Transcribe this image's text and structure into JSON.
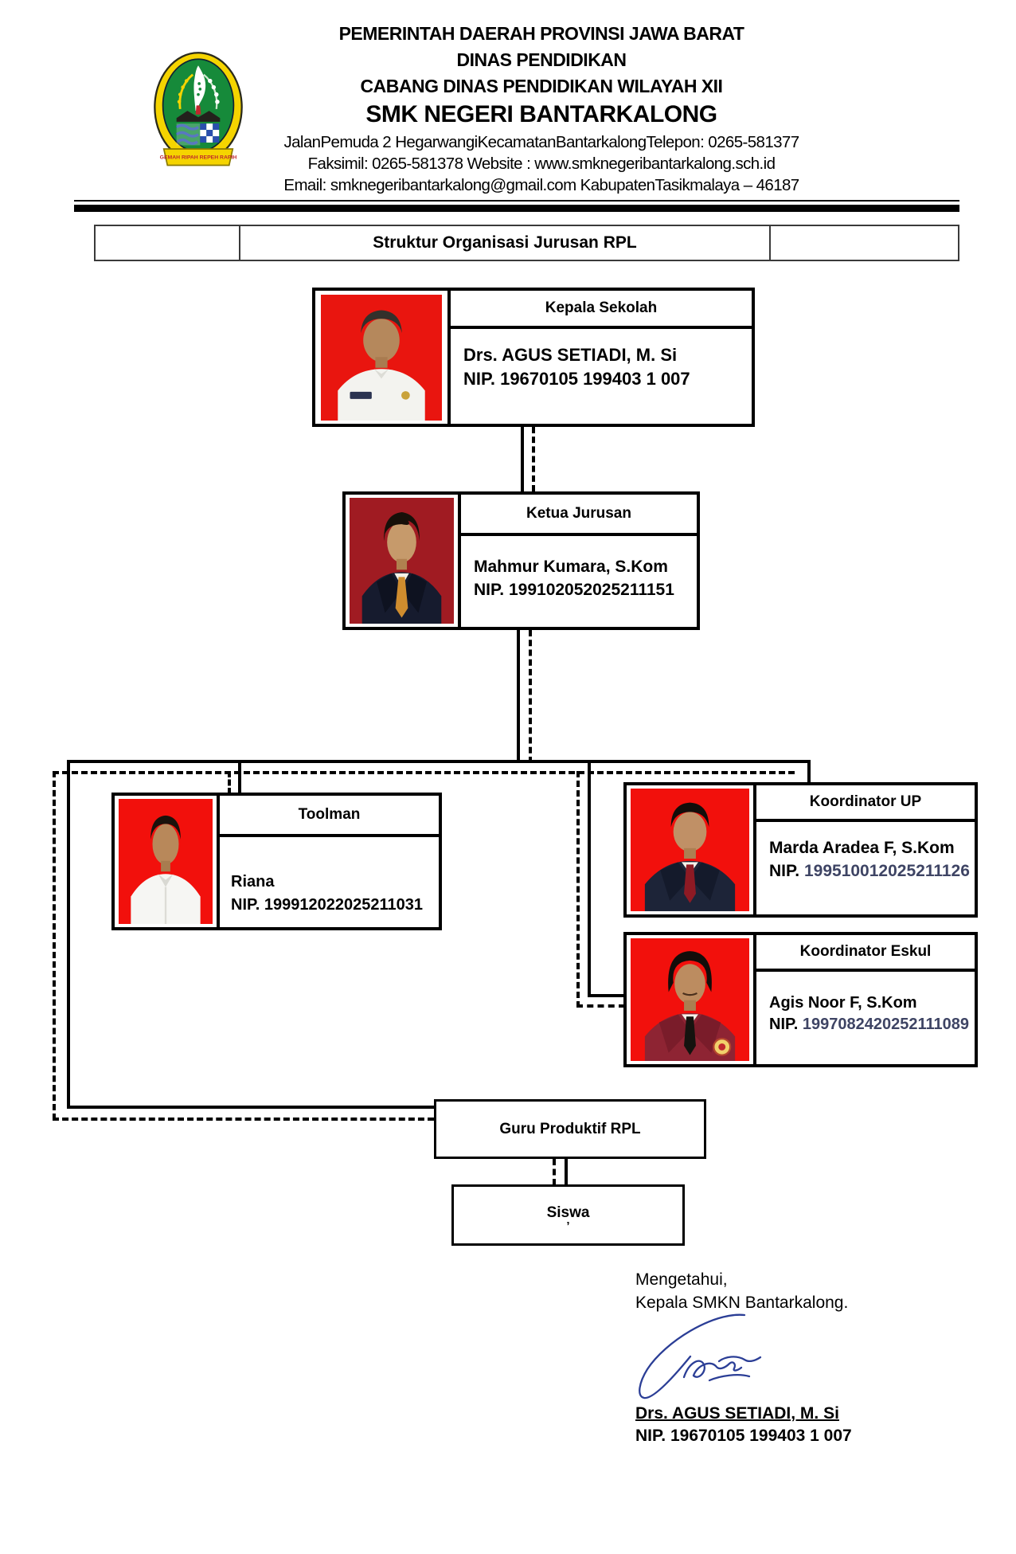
{
  "header": {
    "line1": "PEMERINTAH DAERAH PROVINSI JAWA BARAT",
    "line2": "DINAS PENDIDIKAN",
    "line3": "CABANG DINAS PENDIDIKAN WILAYAH XII",
    "line4": "SMK NEGERI BANTARKALONG",
    "address1": "JalanPemuda 2 HegarwangiKecamatanBantarkalongTelepon: 0265-581377",
    "address2": "Faksimil: 0265-581378 Website : www.smknegeribantarkalong.sch.id",
    "address3": "Email: smknegeribantarkalong@gmail.com KabupatenTasikmalaya – 46187",
    "logo_motto": "GEMAH RIPAH REPEH RAPIH"
  },
  "title_bar": {
    "title": "Struktur Organisasi Jurusan RPL"
  },
  "org_chart": {
    "cards": [
      {
        "role": "Kepala Sekolah",
        "name": "Drs. AGUS SETIADI, M. Si",
        "nip_label": "NIP.",
        "nip": "19670105 199403 1 007"
      },
      {
        "role": "Ketua Jurusan",
        "name": "Mahmur Kumara, S.Kom",
        "nip_label": "NIP.",
        "nip": "199102052025211151"
      },
      {
        "role": "Toolman",
        "name": "Riana",
        "nip_label": "NIP.",
        "nip": "199912022025211031"
      },
      {
        "role": "Koordinator UP",
        "name": "Marda Aradea F, S.Kom",
        "nip_label": "NIP.",
        "nip": "199510012025211126"
      },
      {
        "role": "Koordinator Eskul",
        "name": "Agis Noor F, S.Kom",
        "nip_label": "NIP.",
        "nip": "1997082420252111089"
      }
    ],
    "boxes": [
      {
        "label": "Guru Produktif RPL"
      },
      {
        "label": "Siswa",
        "sub_mark": "’"
      }
    ]
  },
  "signature_block": {
    "line1": "Mengetahui,",
    "line2": "Kepala SMKN Bantarkalong.",
    "name": "Drs. AGUS SETIADI, M. Si",
    "nip": "NIP. 19670105 199403 1 007"
  },
  "colors": {
    "nip_blue": "#3e4464",
    "photo_red": "#f2100c",
    "photo_dark_red": "#a01b22",
    "signature_blue": "#2b3e96"
  }
}
